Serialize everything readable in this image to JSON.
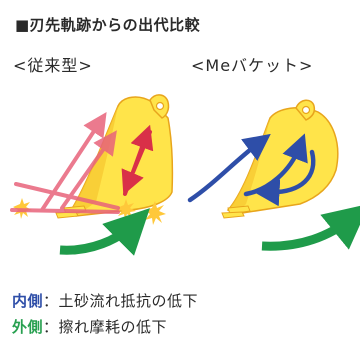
{
  "title": "■刃先軌跡からの出代比較",
  "left_label": "<従来型>",
  "right_label": "<Meバケット>",
  "legend": [
    {
      "key": "内側",
      "sep": "：",
      "text": "土砂流れ抵抗の低下"
    },
    {
      "key": "外側",
      "sep": "：",
      "text": "擦れ摩耗の低下"
    }
  ],
  "colors": {
    "bucket_fill": "#ffe44a",
    "bucket_stroke": "#e8a51c",
    "arrow_pink": "#e8637b",
    "arrow_red": "#d93048",
    "arrow_blue": "#2e4ea8",
    "arrow_green": "#1f9b4a",
    "burst": "#ffc83a"
  },
  "icons": [
    "conventional-bucket-icon",
    "me-bucket-icon"
  ]
}
